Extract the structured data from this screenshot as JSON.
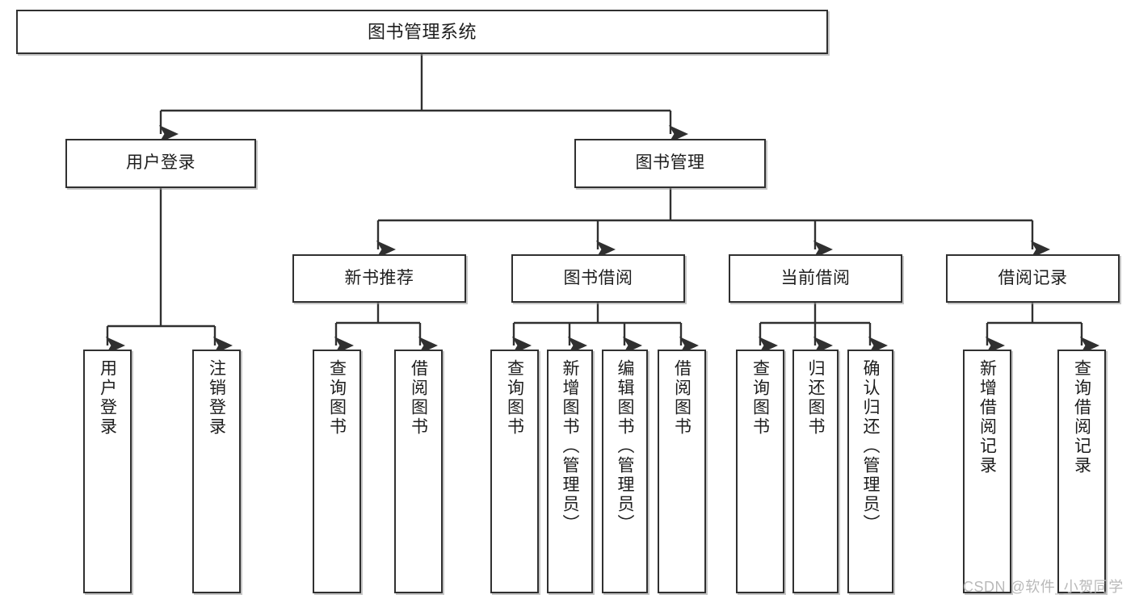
{
  "diagram": {
    "title": "图书管理系统",
    "type": "hierarchy-tree",
    "background": "#ffffff",
    "box_stroke": "#303030",
    "text_color": "#1d1d1d",
    "watermark": "CSDN @软件_小贺同学",
    "levels": {
      "root": {
        "label": "图书管理系统"
      },
      "level2": [
        {
          "label": "用户登录"
        },
        {
          "label": "图书管理"
        }
      ],
      "level3": [
        {
          "label": "新书推荐"
        },
        {
          "label": "图书借阅"
        },
        {
          "label": "当前借阅"
        },
        {
          "label": "借阅记录"
        }
      ],
      "leaves": {
        "user_login": [
          {
            "label": "用户登录"
          },
          {
            "label": "注销登录"
          }
        ],
        "new_book_recommend": [
          {
            "label": "查询图书"
          },
          {
            "label": "借阅图书"
          }
        ],
        "book_borrow": [
          {
            "label": "查询图书"
          },
          {
            "label": "新增图书（管理员）"
          },
          {
            "label": "编辑图书（管理员）"
          },
          {
            "label": "借阅图书"
          }
        ],
        "current_borrow": [
          {
            "label": "查询图书"
          },
          {
            "label": "归还图书"
          },
          {
            "label": "确认归还（管理员）"
          }
        ],
        "borrow_record": [
          {
            "label": "新增借阅记录"
          },
          {
            "label": "查询借阅记录"
          }
        ]
      }
    }
  }
}
